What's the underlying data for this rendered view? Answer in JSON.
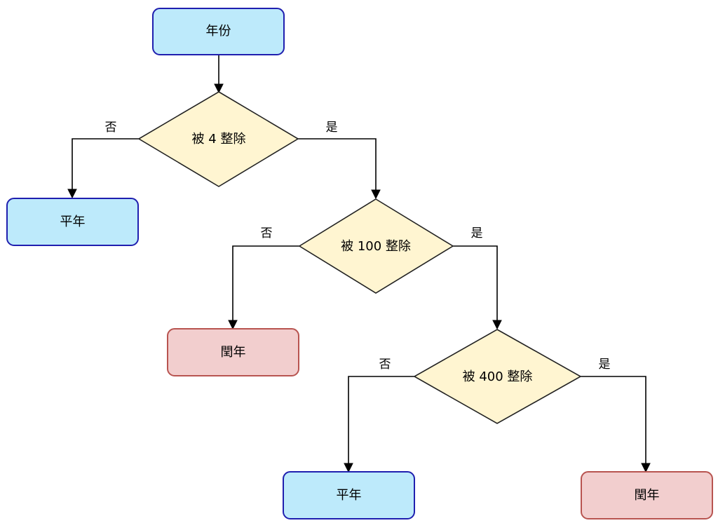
{
  "nodes": {
    "start": {
      "label": "年份",
      "fill": "#BDEAFB",
      "stroke": "#1F1FAF"
    },
    "d1": {
      "label": "被 4 整除",
      "fill": "#FFF5D1",
      "stroke": "#222222"
    },
    "d2": {
      "label": "被 100 整除",
      "fill": "#FFF5D1",
      "stroke": "#222222"
    },
    "d3": {
      "label": "被 400 整除",
      "fill": "#FFF5D1",
      "stroke": "#222222"
    },
    "common1": {
      "label": "平年",
      "fill": "#BDEAFB",
      "stroke": "#1F1FAF"
    },
    "leap1": {
      "label": "閏年",
      "fill": "#F2CECE",
      "stroke": "#B85450"
    },
    "common2": {
      "label": "平年",
      "fill": "#BDEAFB",
      "stroke": "#1F1FAF"
    },
    "leap2": {
      "label": "閏年",
      "fill": "#F2CECE",
      "stroke": "#B85450"
    }
  },
  "edges": {
    "d1_no": "否",
    "d1_yes": "是",
    "d2_no": "否",
    "d2_yes": "是",
    "d3_no": "否",
    "d3_yes": "是"
  }
}
